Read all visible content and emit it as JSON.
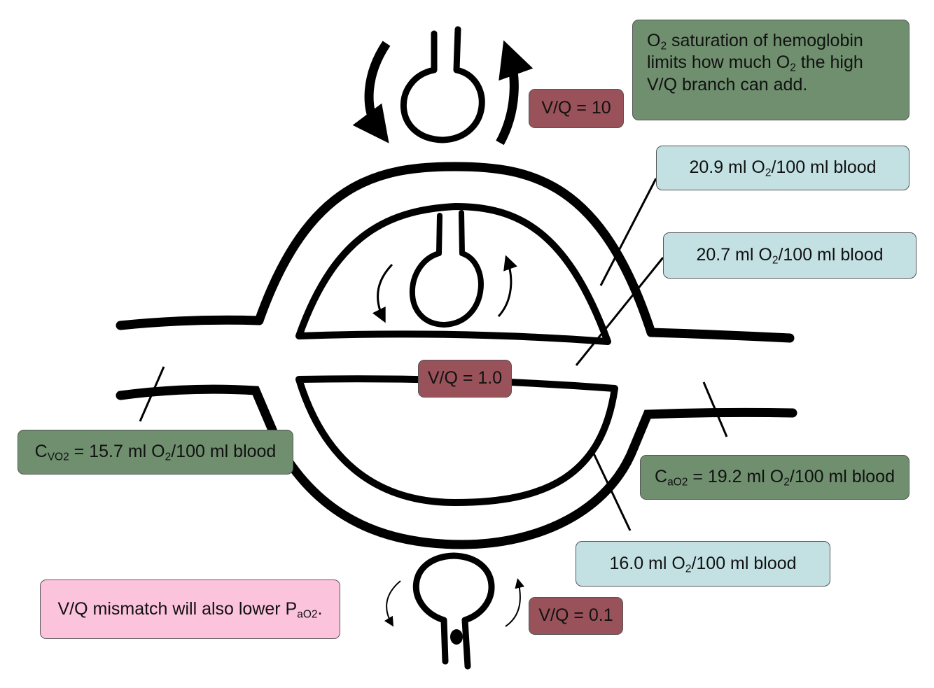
{
  "vq_high": {
    "text": "V/Q = 10"
  },
  "vq_mid": {
    "text": "V/Q = 1.0"
  },
  "vq_low": {
    "text": "V/Q = 0.1"
  },
  "note": {
    "line1_pre": "O",
    "line1_sub": "2",
    "line1_post": " saturation of hemoglobin",
    "line2_pre": "limits how much O",
    "line2_sub": "2",
    "line2_post": " the high",
    "line3": "V/Q branch can add."
  },
  "content_high": {
    "pre": "20.9 ml O",
    "sub": "2",
    "post": "/100 ml blood"
  },
  "content_mid": {
    "pre": "20.7 ml O",
    "sub": "2",
    "post": "/100 ml blood"
  },
  "content_low": {
    "pre": "16.0 ml O",
    "sub": "2",
    "post": "/100 ml blood"
  },
  "venous": {
    "c": "C",
    "csub": "VO2",
    "mid": " = 15.7 ml O",
    "sub2": "2",
    "post": "/100 ml blood"
  },
  "arterial": {
    "c": "C",
    "csub": "aO2",
    "mid": " = 19.2 ml O",
    "sub2": "2",
    "post": "/100 ml blood"
  },
  "mismatch": {
    "pre": "V/Q mismatch will also lower P",
    "sub": "aO2",
    "post": "."
  },
  "colors": {
    "green": "#6f8f6f",
    "blue": "#c3e1e3",
    "maroon": "#99525a",
    "pink": "#fcc3dc"
  }
}
